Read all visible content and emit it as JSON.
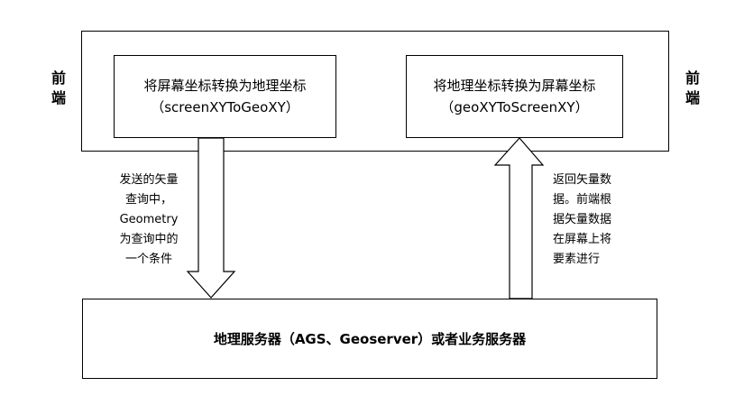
{
  "frontend": {
    "left_label": "前\n端",
    "right_label": "前\n端",
    "box_left": {
      "title": "将屏幕坐标转换为地理坐标",
      "subtitle": "（screenXYToGeoXY）"
    },
    "box_right": {
      "title": "将地理坐标转换为屏幕坐标",
      "subtitle": "（geoXYToScreenXY）"
    }
  },
  "arrows": {
    "down_note": [
      "发送的矢量",
      "查询中，",
      "Geometry",
      "为查询中的",
      "一个条件"
    ],
    "up_note": [
      "返回矢量数",
      "据。前端根",
      "据矢量数据",
      "在屏幕上将",
      "要素进行"
    ]
  },
  "server": {
    "label": "地理服务器（AGS、Geoserver）或者业务服务器"
  }
}
